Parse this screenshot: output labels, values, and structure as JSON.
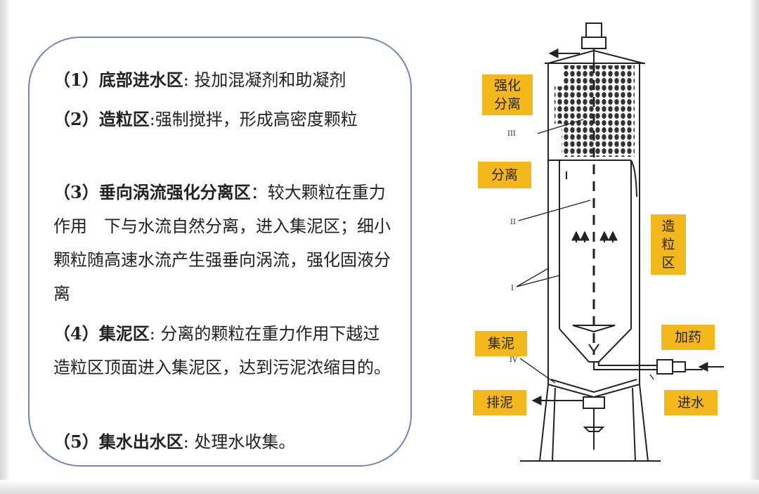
{
  "items": [
    {
      "title": "（1）底部进水区",
      "sep": ":",
      "text": " 投加混凝剂和助凝剂"
    },
    {
      "title": "（2）造粒区",
      "sep": ":",
      "text": "强制搅拌，形成高密度颗粒"
    },
    {
      "title": "（3）垂向涡流强化分离区",
      "sep": "：",
      "text": "较大颗粒在重力作用　下与水流自然分离，进入集泥区；细小颗粒随高速水流产生强垂向涡流，强化固液分离"
    },
    {
      "title": "（4）集泥区",
      "sep": ":",
      "text": " 分离的颗粒在重力作用下越过造粒区顶面进入集泥区，达到污泥浓缩目的。"
    },
    {
      "title": "（5）集水出水区",
      "sep": ":",
      "text": " 处理水收集。"
    }
  ],
  "labels": {
    "strong_sep": "强化分离",
    "sep": "分离",
    "granulation": "造粒区",
    "mud_collect": "集泥",
    "dosing": "加药",
    "discharge": "排泥",
    "inlet": "进水"
  },
  "roman": {
    "r1": "I",
    "r2": "II",
    "r3": "III",
    "r4": "IV"
  },
  "colors": {
    "label_bg": "#f5b81c",
    "box_border": "#6f87b6",
    "line": "#222222"
  }
}
